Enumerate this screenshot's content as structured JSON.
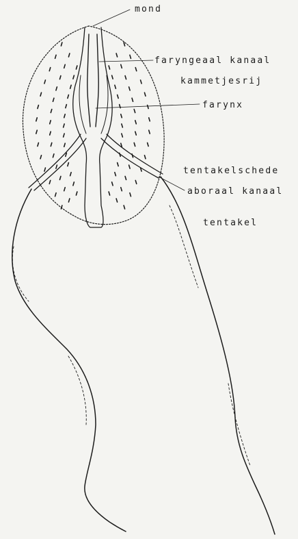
{
  "labels": {
    "mond": "mond",
    "faryngeaal_kanaal": "faryngeaal kanaal",
    "kammetjesrij": "kammetjesrij",
    "farynx": "farynx",
    "tentakelschede": "tentakelschede",
    "aboraal_kanaal": "aboraal kanaal",
    "tentakel": "tentakel"
  },
  "colors": {
    "ink": "#1b1b1b",
    "paper": "#f4f4f1"
  }
}
